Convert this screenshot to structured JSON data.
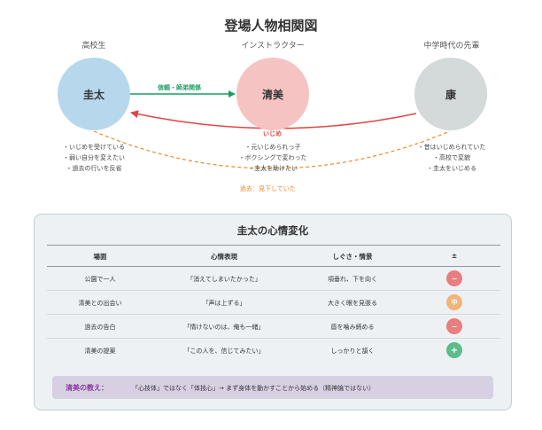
{
  "title": "登場人物相関図",
  "characters": [
    {
      "role": "高校生",
      "name": "圭太",
      "color": "#b7d8ec",
      "notes": [
        "・いじめを受けている",
        "・弱い自分を変えたい",
        "・過去の行いを反省"
      ]
    },
    {
      "role": "インストラクター",
      "name": "清美",
      "color": "#f6c3c3",
      "notes": [
        "・元いじめられっ子",
        "・ボクシングで変わった",
        "・圭太を助けたい"
      ]
    },
    {
      "role": "中学時代の先輩",
      "name": "康",
      "color": "#d4d9da",
      "notes": [
        "・昔はいじめられていた",
        "・高校で変貌",
        "・圭太をいじめる"
      ]
    }
  ],
  "relations": {
    "trust": {
      "label": "信頼・師弟関係",
      "color": "#1a9e62"
    },
    "bully": {
      "label": "いじめ",
      "color": "#e04646"
    },
    "past": {
      "label": "過去：見下していた",
      "color": "#ee8a22"
    }
  },
  "panel": {
    "title": "圭太の心情変化",
    "headers": [
      "場面",
      "心情表現",
      "しぐさ・情景",
      "±"
    ],
    "rows": [
      {
        "scene": "公園で一人",
        "feeling": "「消えてしまいたかった」",
        "gesture": "項垂れ、下を向く",
        "sign": "−",
        "sign_color": "#ea7d7d"
      },
      {
        "scene": "清美との出会い",
        "feeling": "「声は上ずる」",
        "gesture": "大きく眼を見張る",
        "sign": "中",
        "sign_color": "#f0b57a"
      },
      {
        "scene": "過去の告白",
        "feeling": "「情けないのは、俺も一緒」",
        "gesture": "唇を噛み締める",
        "sign": "−",
        "sign_color": "#ea7d7d"
      },
      {
        "scene": "清美の提案",
        "feeling": "「この人を、信じてみたい」",
        "gesture": "しっかりと頷く",
        "sign": "+",
        "sign_color": "#5bbd8a"
      }
    ],
    "lesson_key": "清美の教え：",
    "lesson_text": "「心技体」ではなく「体技心」→ まず身体を動かすことから始める（精神論ではない）"
  }
}
